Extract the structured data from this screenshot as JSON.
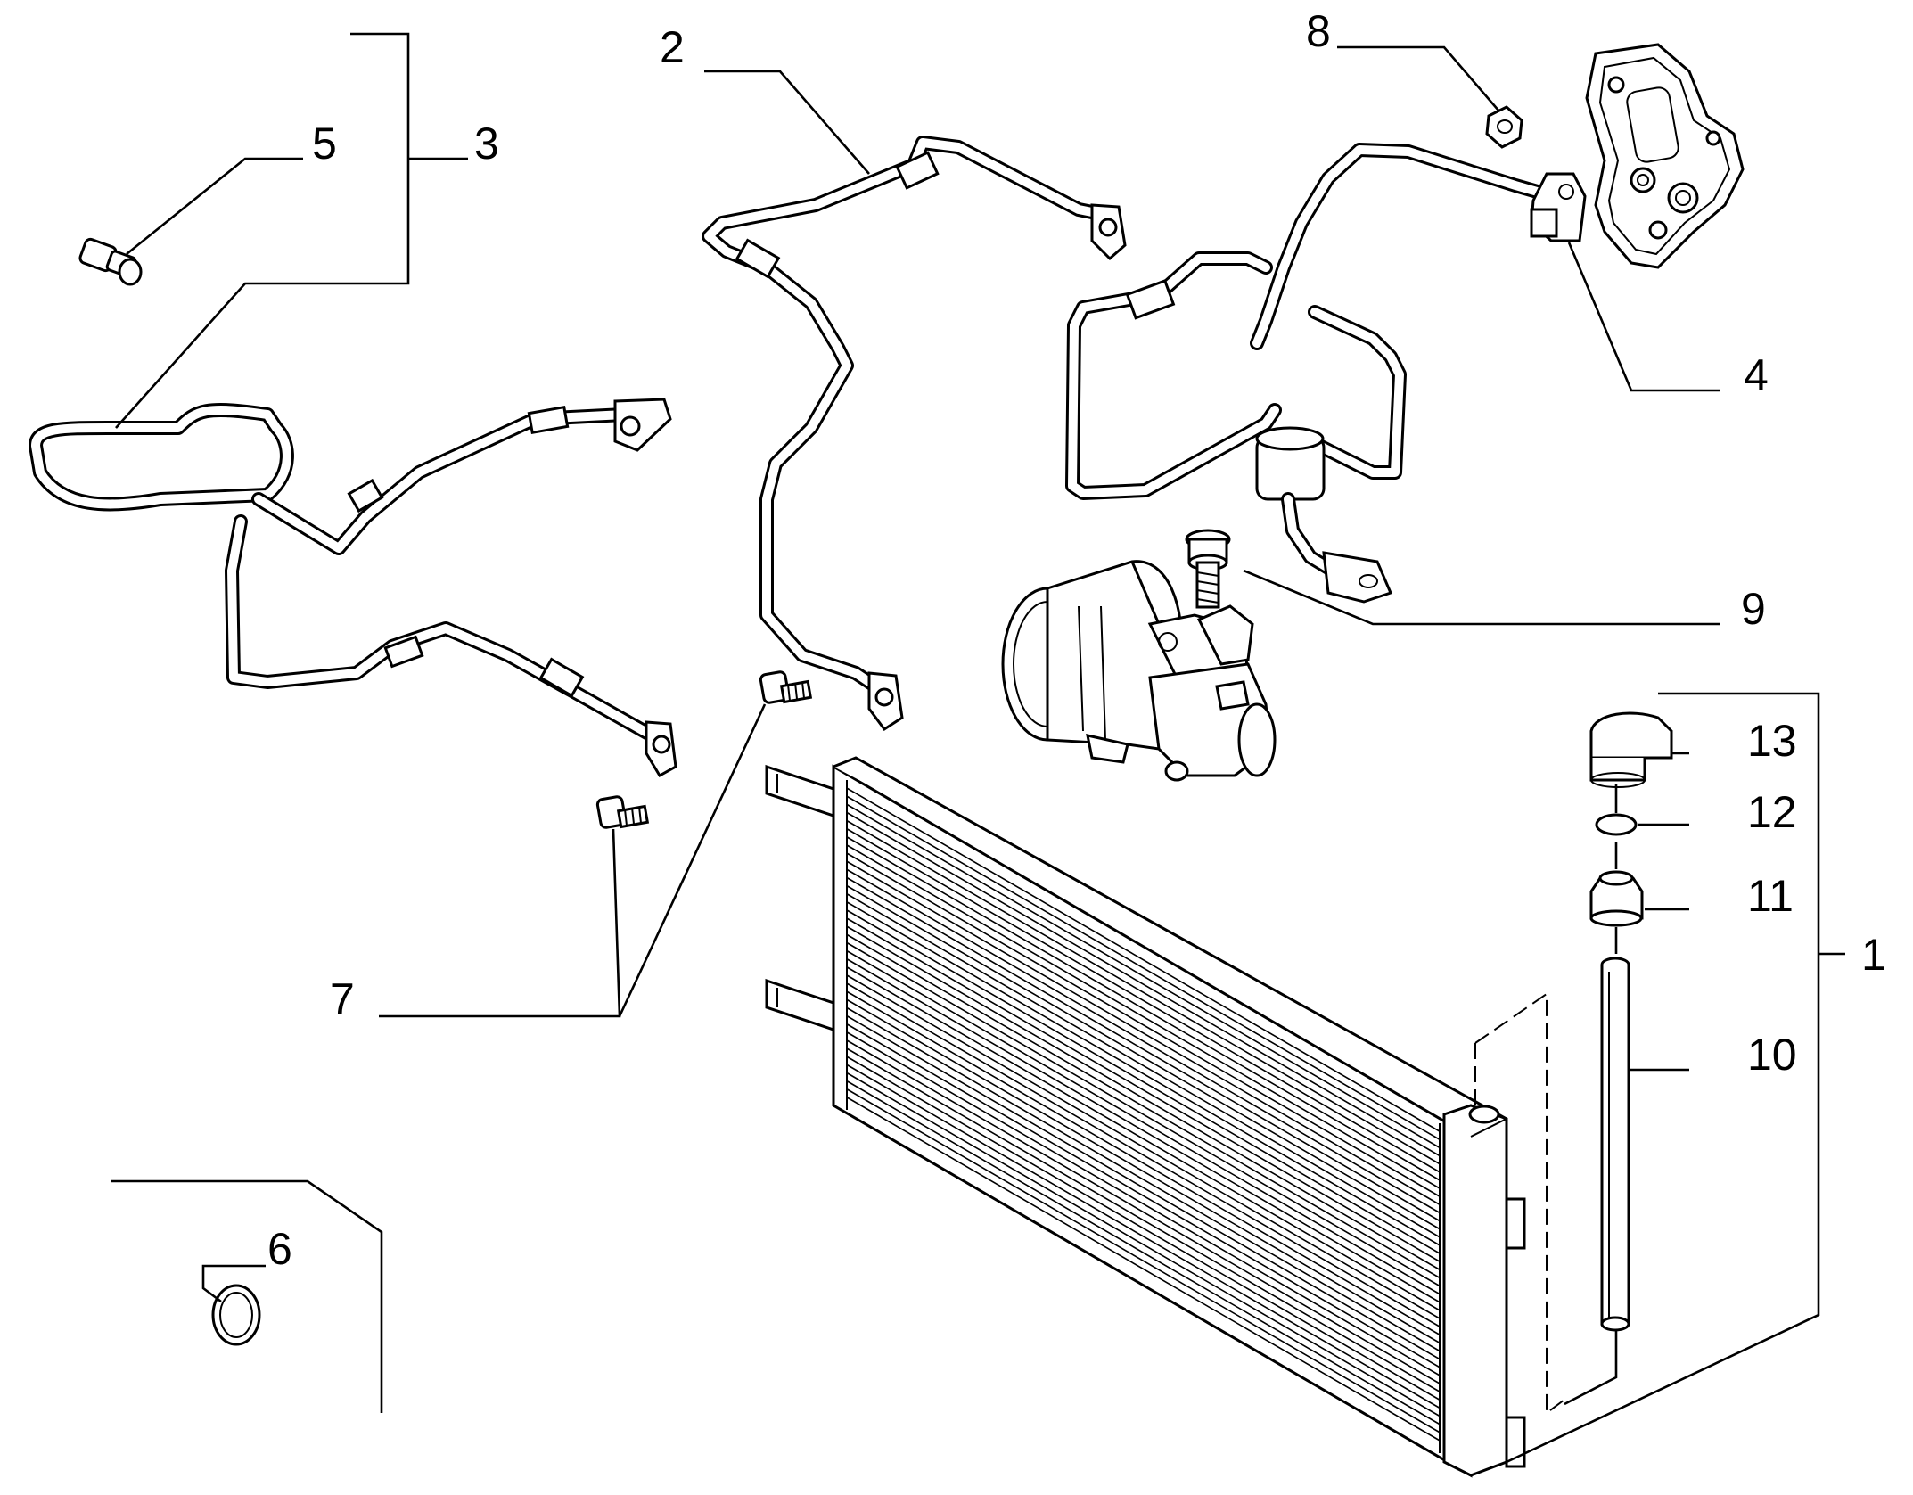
{
  "callouts": [
    {
      "id": "c1",
      "label": "1"
    },
    {
      "id": "c2",
      "label": "2"
    },
    {
      "id": "c3",
      "label": "3"
    },
    {
      "id": "c4",
      "label": "4"
    },
    {
      "id": "c5",
      "label": "5"
    },
    {
      "id": "c6",
      "label": "6"
    },
    {
      "id": "c7",
      "label": "7"
    },
    {
      "id": "c8",
      "label": "8"
    },
    {
      "id": "c9",
      "label": "9"
    },
    {
      "id": "c10",
      "label": "10"
    },
    {
      "id": "c11",
      "label": "11"
    },
    {
      "id": "c12",
      "label": "12"
    },
    {
      "id": "c13",
      "label": "13"
    }
  ],
  "colors": {
    "line": "#000000",
    "background": "#ffffff"
  }
}
